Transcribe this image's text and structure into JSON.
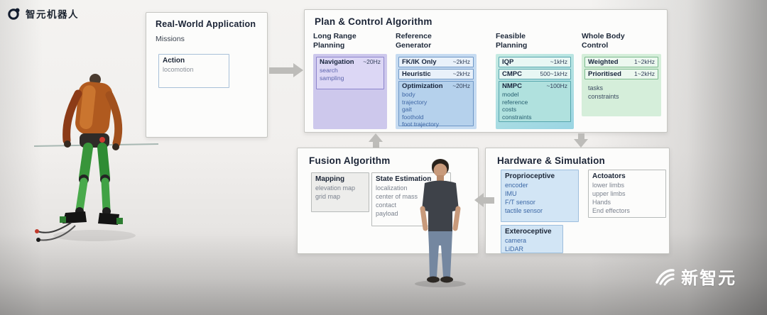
{
  "logo": {
    "brand": "智元机器人"
  },
  "watermark": {
    "brand": "新智元"
  },
  "real_world": {
    "title": "Real-World Application",
    "subtitle": "Missions",
    "action": {
      "title": "Action",
      "items": [
        "locomotion"
      ]
    }
  },
  "plan": {
    "title": "Plan & Control Algorithm",
    "long_range": {
      "header": "Long Range Planning",
      "nav": {
        "label": "Navigation",
        "freq": "~20Hz",
        "items": [
          "search",
          "sampling"
        ]
      }
    },
    "reference": {
      "header": "Reference Generator",
      "fkik": {
        "label": "FK/IK Only",
        "freq": "~2kHz"
      },
      "heuristic": {
        "label": "Heuristic",
        "freq": "~2kHz"
      },
      "optimization": {
        "label": "Optimization",
        "freq": "~20Hz",
        "items": [
          "body",
          "trajectory",
          "gait",
          "foothold",
          "foot trajectory"
        ]
      }
    },
    "feasible": {
      "header": "Feasible Planning",
      "iqp": {
        "label": "IQP",
        "freq": "~1kHz"
      },
      "cmpc": {
        "label": "CMPC",
        "freq": "500~1kHz"
      },
      "nmpc": {
        "label": "NMPC",
        "freq": "~100Hz",
        "items": [
          "model",
          "reference",
          "costs",
          "constraints"
        ]
      }
    },
    "wbc": {
      "header": "Whole Body Control",
      "weighted": {
        "label": "Weighted",
        "freq": "1~2kHz"
      },
      "prioritised": {
        "label": "Prioritised",
        "freq": "1~2kHz"
      },
      "items": [
        "tasks",
        "constraints"
      ]
    }
  },
  "fusion": {
    "title": "Fusion Algorithm",
    "mapping": {
      "title": "Mapping",
      "items": [
        "elevation map",
        "grid map"
      ]
    },
    "state": {
      "title": "State Estimation",
      "items": [
        "localization",
        "center of mass",
        "contact",
        "payload"
      ]
    }
  },
  "hardware": {
    "title": "Hardware & Simulation",
    "proprioceptive": {
      "title": "Proprioceptive",
      "items": [
        "encoder",
        "IMU",
        "F/T sensor",
        "tactile sensor"
      ]
    },
    "actuators": {
      "title": "Actoators",
      "items": [
        "lower limbs",
        "upper limbs",
        "Hands",
        "End effectors"
      ]
    },
    "exteroceptive": {
      "title": "Exteroceptive",
      "items": [
        "camera",
        "LiDAR"
      ]
    }
  },
  "colors": {
    "purple_group": "#cdc8ec",
    "blue_group": "#c6dbf1",
    "teal_group": "#9ad5e3",
    "green_group": "#d5eeda",
    "panel_bg": "#fcfcfb",
    "arrow": "#bdbcb9"
  }
}
